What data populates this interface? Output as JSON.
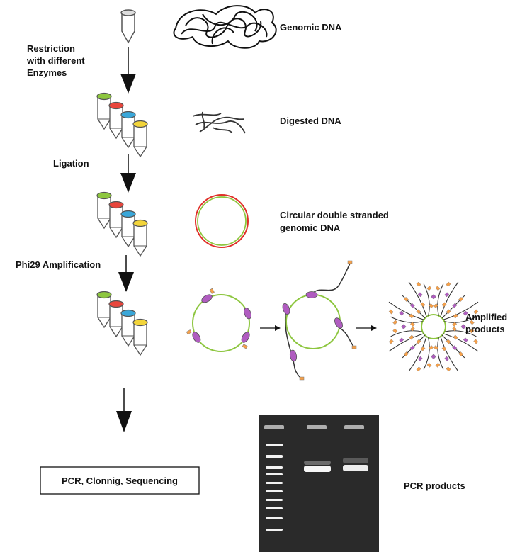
{
  "labels": {
    "step1_line1": "Restriction",
    "step1_line2": "with different",
    "step1_line3": "Enzymes",
    "step2": "Ligation",
    "step3": "Phi29 Amplification",
    "genomic_dna": "Genomic DNA",
    "digested_dna": "Digested DNA",
    "circular_line1": "Circular double stranded",
    "circular_line2": "genomic DNA",
    "amplified_line1": "Amplified",
    "amplified_line2": "products",
    "pcr_box": "PCR, Clonnig, Sequencing",
    "pcr_products": "PCR products"
  },
  "tube_colors": [
    "#8dc63f",
    "#e8453c",
    "#3aa7d9",
    "#f2d43a"
  ],
  "colors": {
    "green": "#8dc63f",
    "red": "#e0302a",
    "magenta": "#b05cc0",
    "orange": "#f5a04a",
    "gel": "#2a2a2a"
  }
}
